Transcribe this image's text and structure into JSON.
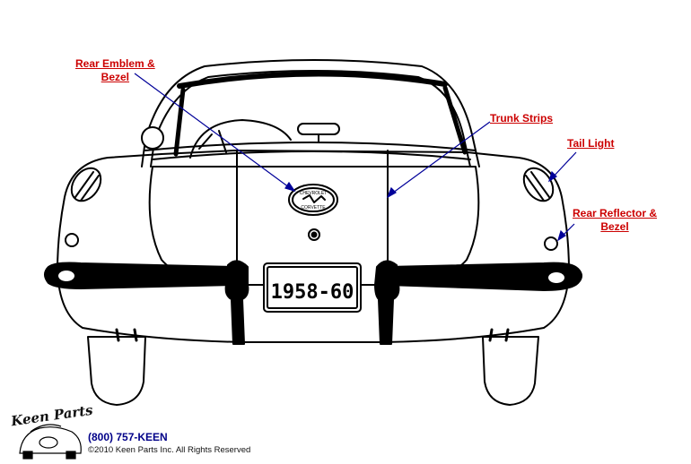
{
  "callouts": {
    "rear_emblem": "Rear Emblem &",
    "rear_emblem_2": "Bezel",
    "trunk_strips": "Trunk Strips",
    "tail_light": "Tail Light",
    "rear_reflector": "Rear Reflector &",
    "rear_reflector_2": "Bezel"
  },
  "plate": "1958-60",
  "emblem": {
    "top": "CHEVROLET",
    "bottom": "CORVETTE"
  },
  "footer": {
    "brand": "Keen Parts",
    "phone": "(800) 757-KEEN",
    "copyright": "©2010 Keen Parts Inc. All Rights Reserved"
  },
  "colors": {
    "callout": "#cc0000",
    "leader_line": "#000099",
    "phone": "#000088"
  }
}
